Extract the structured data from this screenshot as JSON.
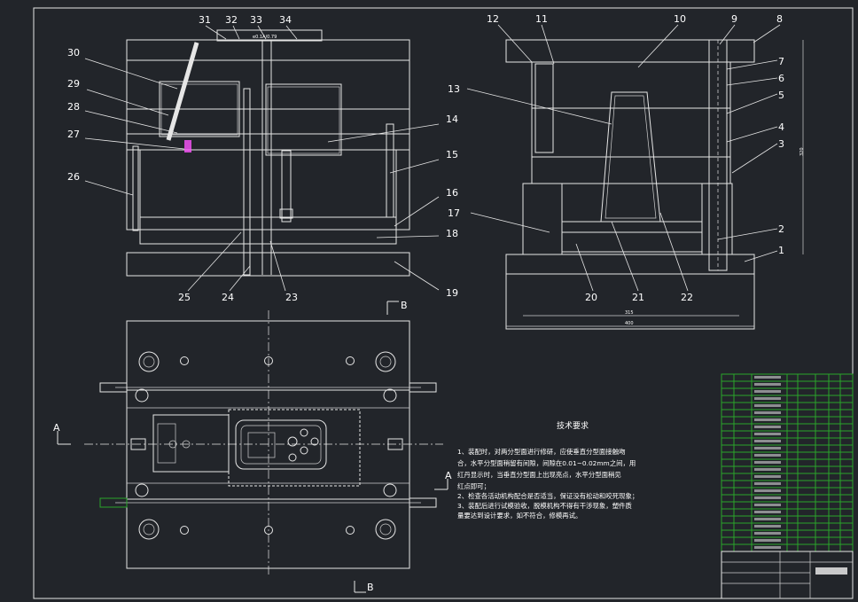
{
  "colors": {
    "background": "#22252a",
    "line": "#e6e6e6",
    "hatch": "#bdbdbd",
    "table": "#2aa52a",
    "accent": "#ff55ff"
  },
  "section_a": {
    "callouts": [
      "23",
      "24",
      "25",
      "26",
      "27",
      "28",
      "29",
      "30",
      "31",
      "32",
      "33",
      "34",
      "14",
      "15",
      "16",
      "18",
      "19"
    ],
    "note_top": "e0.1A/0.79"
  },
  "section_b": {
    "callouts": [
      "1",
      "2",
      "3",
      "4",
      "5",
      "6",
      "7",
      "8",
      "9",
      "10",
      "11",
      "12",
      "13",
      "17",
      "20",
      "21",
      "22"
    ],
    "dim_inner": "315",
    "dim_outer": "400",
    "dim_side": "320"
  },
  "plan_view": {
    "marker_a": "A",
    "marker_b": "B"
  },
  "tech_requirements": {
    "title": "技术要求",
    "lines": [
      "1、装配时，对两分型面进行修研，应使垂直分型面接触吻",
      "合，水平分型面稍留有间隙，间隙在0.01~0.02mm之间，用",
      "红丹显示时，当垂直分型面上出现亮点，水平分型面稍见",
      "红点即可；",
      "2、检查各活动机构配合是否适当，保证没有松动和咬死现象；",
      "3、装配后进行试模验收，脱模机构不得有干涉现象，塑件质",
      "量要达到设计要求，如不符合，修模再试。"
    ]
  }
}
